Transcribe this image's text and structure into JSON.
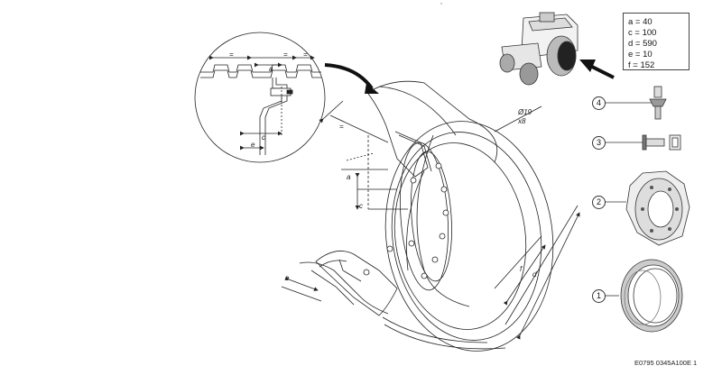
{
  "dimensions": [
    {
      "key": "a",
      "text": "a = 40"
    },
    {
      "key": "c",
      "text": "c = 100"
    },
    {
      "key": "d",
      "text": "d = 590"
    },
    {
      "key": "e",
      "text": "e = 10"
    },
    {
      "key": "f",
      "text": "f = 152"
    }
  ],
  "parts": [
    {
      "number": "4",
      "name": "stud-bolt"
    },
    {
      "number": "3",
      "name": "bolt-and-nut"
    },
    {
      "number": "2",
      "name": "wheel-disc"
    },
    {
      "number": "1",
      "name": "rim-ring"
    }
  ],
  "detail_labels": {
    "a": "a",
    "c": "c",
    "e": "e",
    "eq1": "=",
    "eq2": "=",
    "eq3": "="
  },
  "main_labels": {
    "a": "a",
    "c": "c",
    "d": "d",
    "e": "e",
    "f": "f",
    "eq": "=",
    "hole": "Ø19",
    "count": "x8"
  },
  "reference": "E0795 0345A100E 1"
}
